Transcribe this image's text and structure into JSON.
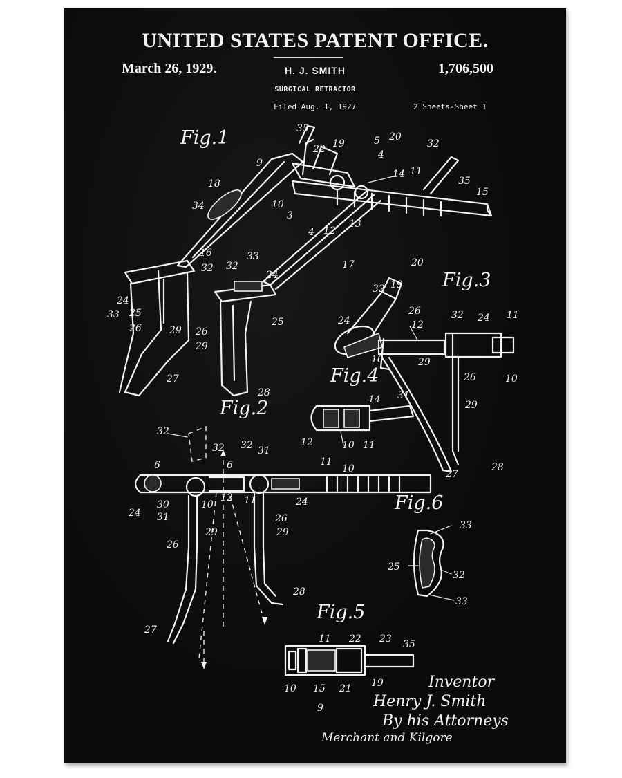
{
  "header": {
    "office_title": "UNITED STATES PATENT OFFICE.",
    "patent_date": "March 26, 1929.",
    "inventor_name": "H. J. SMITH",
    "patent_number": "1,706,500",
    "invention_title": "SURGICAL RETRACTOR",
    "filed_date": "Filed Aug. 1, 1927",
    "sheet_info": "2 Sheets-Sheet 1"
  },
  "figures": {
    "fig1": "Fig.1",
    "fig2": "Fig.2",
    "fig3": "Fig.3",
    "fig4": "Fig.4",
    "fig5": "Fig.5",
    "fig6": "Fig.6"
  },
  "signature": {
    "inventor_label": "Inventor",
    "inventor_name": "Henry J. Smith",
    "attorney_label": "By his Attorneys",
    "attorney_name": "Merchant and Kilgore"
  },
  "colors": {
    "poster_background": "#0b0b0b",
    "ink": "#f2f2f2",
    "page_background": "#ffffff"
  },
  "reference_numerals": {
    "fig1": [
      "35",
      "5",
      "20",
      "22",
      "19",
      "4",
      "32",
      "9",
      "14",
      "11",
      "35",
      "15",
      "18",
      "34",
      "10",
      "3",
      "4",
      "12",
      "13",
      "16",
      "17",
      "32",
      "33",
      "32",
      "24",
      "24",
      "33",
      "25",
      "26",
      "29",
      "26",
      "25",
      "29",
      "27",
      "28"
    ],
    "fig2": [
      "32",
      "32",
      "32",
      "31",
      "6",
      "6",
      "11",
      "10",
      "24",
      "30",
      "31",
      "10",
      "12",
      "11",
      "24",
      "26",
      "29",
      "26",
      "29",
      "28",
      "27"
    ],
    "fig3": [
      "20",
      "32",
      "19",
      "24",
      "26",
      "12",
      "32",
      "24",
      "11",
      "10",
      "29",
      "10",
      "26",
      "29",
      "27",
      "28"
    ],
    "fig4": [
      "14",
      "31",
      "12",
      "10",
      "11"
    ],
    "fig5": [
      "11",
      "22",
      "23",
      "35",
      "19",
      "10",
      "15",
      "21",
      "9"
    ],
    "fig6": [
      "33",
      "25",
      "32",
      "33"
    ]
  }
}
